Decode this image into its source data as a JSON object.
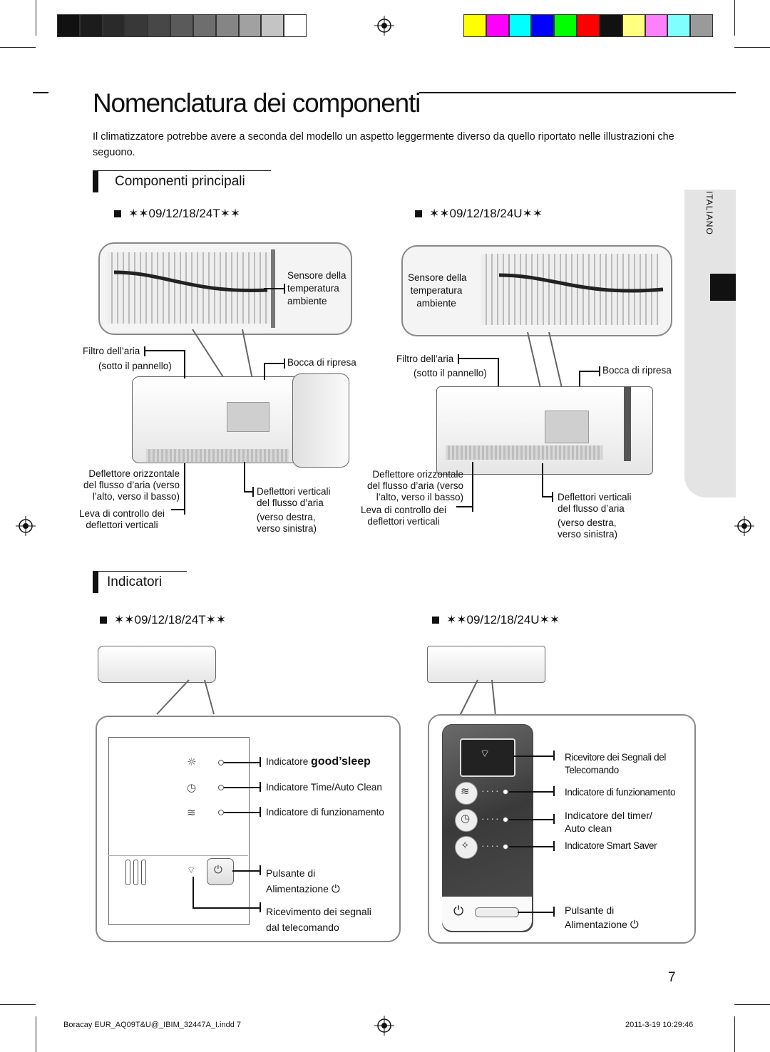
{
  "page": {
    "title": "Nomenclatura dei componenti",
    "intro": "Il climatizzatore potrebbe avere a seconda del modello un aspetto leggermente diverso da quello riportato nelle illustrazioni che seguono.",
    "side_tab": "ITALIANO",
    "page_number": "7"
  },
  "colors": {
    "gray_bars": [
      "#111111",
      "#1c1c1c",
      "#2a2a2a",
      "#383838",
      "#474747",
      "#5a5a5a",
      "#6e6e6e",
      "#858585",
      "#a1a1a1",
      "#c4c4c4",
      "#ffffff"
    ],
    "color_bars": [
      "#ffff00",
      "#ff00ff",
      "#00ffff",
      "#0000ff",
      "#00ff00",
      "#ff0000",
      "#111111",
      "#ffff80",
      "#ff80ff",
      "#80ffff",
      "#9a9a9a"
    ]
  },
  "main": {
    "heading": "Componenti principali",
    "model_t": "✶✶09/12/18/24T✶✶",
    "model_u": "✶✶09/12/18/24U✶✶",
    "t_labels": {
      "sensor_1": "Sensore della",
      "sensor_2": "temperatura",
      "sensor_3": "ambiente",
      "filter_1": "Filtro dell’aria",
      "filter_2": "(sotto il pannello)",
      "intake": "Bocca di ripresa",
      "deflector_1": "Deflettore orizzontale",
      "deflector_2": "del flusso d’aria (verso",
      "deflector_3": "l’alto, verso il basso)",
      "lever_1": "Leva di controllo dei",
      "lever_2": "deflettori verticali",
      "vertical_1": "Deflettori verticali",
      "vertical_2": "del flusso d’aria",
      "vertical_3": "(verso destra,",
      "vertical_4": "verso sinistra)"
    },
    "u_labels": {
      "sensor_1": "Sensore della",
      "sensor_2": "temperatura",
      "sensor_3": "ambiente",
      "filter_1": "Filtro dell’aria",
      "filter_2": "(sotto il pannello)",
      "intake": "Bocca di ripresa",
      "deflector_1": "Deflettore orizzontale",
      "deflector_2": "del flusso d’aria (verso",
      "deflector_3": "l’alto, verso il basso)",
      "lever_1": "Leva di controllo dei",
      "lever_2": "deflettori verticali",
      "vertical_1": "Deflettori verticali",
      "vertical_2": "del flusso d’aria",
      "vertical_3": "(verso destra,",
      "vertical_4": "verso sinistra)"
    }
  },
  "indicators": {
    "heading": "Indicatori",
    "model_t": "✶✶09/12/18/24T✶✶",
    "model_u": "✶✶09/12/18/24U✶✶",
    "t_labels": {
      "good_sleep_prefix": "Indicatore ",
      "good_sleep": "good’sleep",
      "time_clean": "Indicatore Time/Auto Clean",
      "operation": "Indicatore di funzionamento",
      "power_1": "Pulsante di",
      "power_2": "Alimentazione",
      "receiver_1": "Ricevimento dei segnali",
      "receiver_2": "dal telecomando"
    },
    "u_labels": {
      "receiver_1": "Ricevitore dei Segnali del",
      "receiver_2": "Telecomando",
      "operation": "Indicatore di funzionamento",
      "timer_1": "Indicatore del timer/",
      "timer_2": "Auto clean",
      "smart_saver": "Indicatore Smart Saver",
      "power_1": "Pulsante di",
      "power_2": "Alimentazione"
    }
  },
  "footer": {
    "file": "Boracay EUR_AQ09T&U@_IBIM_32447A_I.indd   7",
    "timestamp": "2011-3-19   10:29:46"
  },
  "icons": [
    "registration-mark-icon",
    "power-icon",
    "wifi-icon",
    "timer-icon",
    "fan-icon",
    "smart-saver-icon"
  ]
}
